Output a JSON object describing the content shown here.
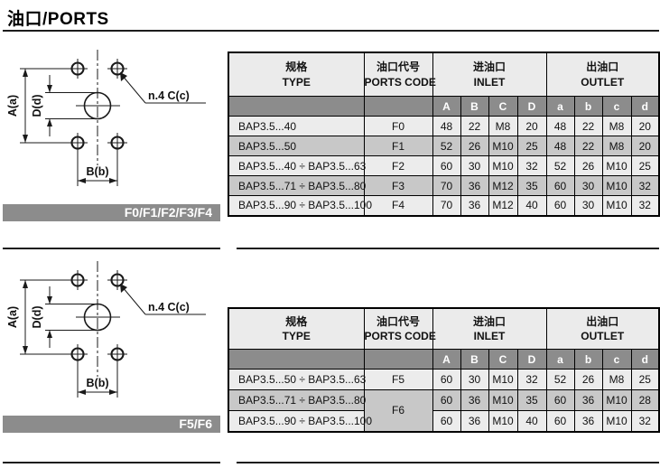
{
  "page": {
    "title": "油口/PORTS"
  },
  "diagram_labels": {
    "outer_vertical": "A(a)",
    "inner_vertical": "D(d)",
    "horizontal": "B(b)",
    "holes_note": "n.4 C(c)"
  },
  "diagrams": [
    {
      "banner": "F0/F1/F2/F3/F4"
    },
    {
      "banner": "F5/F6"
    }
  ],
  "table_headers": {
    "type_zh": "规格",
    "type_en": "TYPE",
    "code_zh": "油口代号",
    "code_en": "PORTS CODE",
    "inlet_zh": "进油口",
    "inlet_en": "INLET",
    "outlet_zh": "出油口",
    "outlet_en": "OUTLET",
    "sub": [
      "A",
      "B",
      "C",
      "D",
      "a",
      "b",
      "c",
      "d"
    ]
  },
  "tables": [
    {
      "name": "ports-F0-F4",
      "rows": [
        {
          "type": "BAP3.5...40",
          "code": "F0",
          "values": [
            "48",
            "22",
            "M8",
            "20",
            "48",
            "22",
            "M8",
            "20"
          ]
        },
        {
          "type": "BAP3.5...50",
          "code": "F1",
          "values": [
            "52",
            "26",
            "M10",
            "25",
            "48",
            "22",
            "M8",
            "20"
          ]
        },
        {
          "type": "BAP3.5...40 ÷ BAP3.5...63",
          "code": "F2",
          "values": [
            "60",
            "30",
            "M10",
            "32",
            "52",
            "26",
            "M10",
            "25"
          ]
        },
        {
          "type": "BAP3.5...71 ÷ BAP3.5...80",
          "code": "F3",
          "values": [
            "70",
            "36",
            "M12",
            "35",
            "60",
            "30",
            "M10",
            "32"
          ]
        },
        {
          "type": "BAP3.5...90 ÷ BAP3.5...100",
          "code": "F4",
          "values": [
            "70",
            "36",
            "M12",
            "40",
            "60",
            "30",
            "M10",
            "32"
          ]
        }
      ]
    },
    {
      "name": "ports-F5-F6",
      "rows": [
        {
          "type": "BAP3.5...50 ÷ BAP3.5...63",
          "code": "F5",
          "values": [
            "60",
            "30",
            "M10",
            "32",
            "52",
            "26",
            "M8",
            "25"
          ]
        },
        {
          "type": "BAP3.5...71 ÷ BAP3.5...80",
          "code": "F6",
          "code_rowspan": 2,
          "values": [
            "60",
            "36",
            "M10",
            "35",
            "60",
            "36",
            "M10",
            "28"
          ]
        },
        {
          "type": "BAP3.5...90 ÷ BAP3.5...100",
          "values": [
            "60",
            "36",
            "M10",
            "40",
            "60",
            "36",
            "M10",
            "32"
          ]
        }
      ]
    }
  ],
  "colors": {
    "dark_gray": "#8c8c8c",
    "header_gray": "#ebebeb",
    "row_alt_gray": "#c8c8c8",
    "row_light": "#ececec"
  }
}
